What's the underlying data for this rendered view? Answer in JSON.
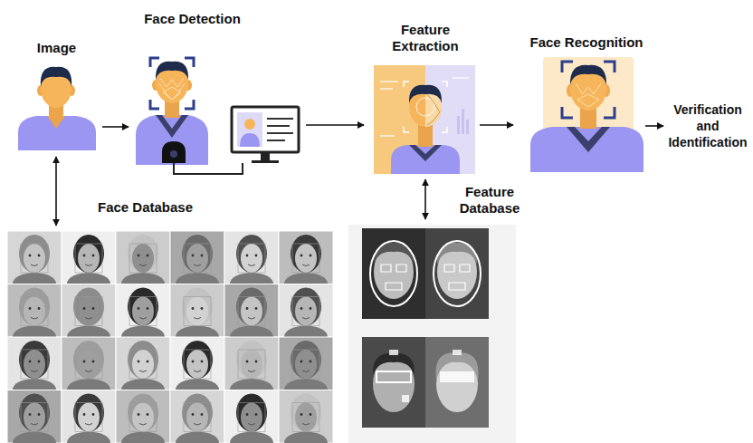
{
  "diagram": {
    "nodes": [
      {
        "text": [
          "Image"
        ]
      },
      {
        "text": [
          "Face Detection"
        ]
      },
      {
        "text": [
          "Feature Extraction"
        ]
      },
      {
        "text": [
          "Face Recognition"
        ]
      },
      {
        "text": [
          "Verification and Identification"
        ]
      },
      {
        "text": [
          "Face Database"
        ]
      },
      {
        "text": [
          "Feature Database"
        ]
      }
    ],
    "edges": [
      {
        "from": 0,
        "to": 1,
        "arrow": "to"
      },
      {
        "from": 1,
        "to": 2,
        "arrow": "to"
      },
      {
        "from": 2,
        "to": 3,
        "arrow": "to"
      },
      {
        "from": 3,
        "to": 4,
        "arrow": "to"
      },
      {
        "from": 0,
        "to": 5,
        "arrow": "both"
      },
      {
        "from": 2,
        "to": 6,
        "arrow": "both"
      }
    ]
  }
}
